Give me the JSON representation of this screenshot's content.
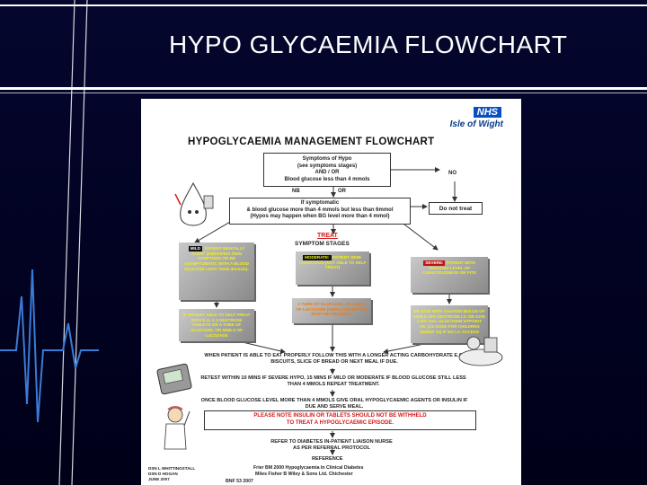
{
  "slide": {
    "title": "HYPO GLYCAEMIA FLOWCHART"
  },
  "doc": {
    "nhs_logo": "NHS",
    "nhs_sub": "Isle of Wight",
    "title": "HYPOGLYCAEMIA MANAGEMENT FLOWCHART",
    "symptoms_box": "Symptoms of Hypo\n(see symptoms stages)\nAND / OR\nBlood glucose less than 4 mmols",
    "no_label": "NO",
    "nb_label": "NB",
    "or_label": "OR",
    "if_symptomatic": "If symptomatic\n& blood glucose more than 4 mmols but less than 6mmol\n(Hypos may happen when BG level more than 4 mmol)",
    "do_not_treat": "Do not treat",
    "treat": "TREAT",
    "symptom_stages": "SYMPTOM STAGES",
    "mild_tag": "MILD",
    "mild_text": ": PATIENT MENTALLY ALERT (IDENTIFIES OWN SYMPTOMS OR BE ASYMPTOMATIC WITH A BLOOD GLUCOSE LESS THAN 4mmols).",
    "moderate_tag": "MODERATE:",
    "moderate_text": " PATIENT SEMI-CONSCIOUS (NOT ABLE TO SELF TREAT)",
    "severe_tag": "SEVERE:",
    "severe_text": " PATIENT WITH REDUCED LEVEL OF CONSCIOUSNESS OR FITS",
    "mild_action": "IF PATIENT ABLE TO SELF TREAT WITH E.G. 3 X DEXTROSE TABLETS OR A TUBE OF GLUCOGEL OR 50MLS OF LUCOZADE",
    "moderate_action": "A TUBE OF GLUCOGEL OR 50MLS OF LUCOZADE (SWALLOW REFLEX MUST BE PRESENT)",
    "severe_action": "DR GIVE WITH CAUTION BOLUS OF 50MLS 20% DEXTROSE I.V. OR GIVE 1 MG VIAL GLUCAGEN HYPOKIT I.M. (1/2 DOSE FOR CHILDREN UNDER 12) IF NO I.V. ACCESS",
    "eat_text": "WHEN PATIENT IS ABLE TO EAT PROPERLY FOLLOW THIS WITH A LONGER ACTING CARBOHYDRATE E.G. BISCUITS, SLICE OF BREAD OR NEXT MEAL IF DUE.",
    "retest_text": "RETEST WITHIN 10 MINS IF SEVERE HYPO, 15 MINS IF MILD OR MODERATE IF BLOOD GLUCOSE STILL LESS THAN 4 MMOLS REPEAT TREATMENT.",
    "once_text": "ONCE BLOOD GLUCOSE LEVEL MORE THAN 4 MMOLS GIVE ORAL HYPOGLYCAEMIC AGENTS OR INSULIN IF DUE AND SERVE MEAL.",
    "red_note": "PLEASE NOTE INSULIN OR TABLETS SHOULD NOT BE WITHHELD\nTO TREAT A HYPOGLYCAEMIC EPISODE.",
    "refer_text": "REFER TO DIABETES IN-PATIENT LIAISON NURSE\nAS PER REFERRAL PROTOCOL",
    "reference": "REFERENCE",
    "ref_line1": "Frier BM  2000  Hypoglycaemia In Clinical Diabetes",
    "ref_line2": "Miles Fisher B       Wiley & Sons Ltd. Chichester",
    "footer_left": "DSN L WHITTINGSTALL\nDSN D HOGAN\nJUNE 2007",
    "bnf": "BNF 53 2007"
  }
}
